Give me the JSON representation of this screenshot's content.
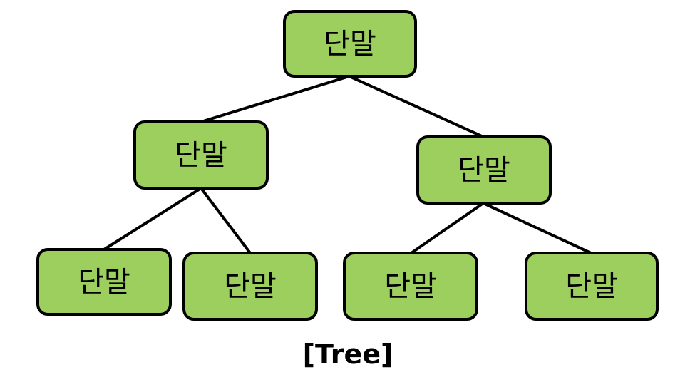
{
  "diagram": {
    "type": "tree",
    "caption": "[Tree]",
    "colors": {
      "node_fill": "#9ccf5e",
      "node_stroke": "#000000",
      "edge": "#000000"
    },
    "nodes": [
      {
        "id": "root",
        "label": "단말"
      },
      {
        "id": "left",
        "label": "단말"
      },
      {
        "id": "right",
        "label": "단말"
      },
      {
        "id": "left-left",
        "label": "단말"
      },
      {
        "id": "left-right",
        "label": "단말"
      },
      {
        "id": "right-left",
        "label": "단말"
      },
      {
        "id": "right-right",
        "label": "단말"
      }
    ],
    "edges": [
      {
        "from": "root",
        "to": "left"
      },
      {
        "from": "root",
        "to": "right"
      },
      {
        "from": "left",
        "to": "left-left"
      },
      {
        "from": "left",
        "to": "left-right"
      },
      {
        "from": "right",
        "to": "right-left"
      },
      {
        "from": "right",
        "to": "right-right"
      }
    ]
  }
}
